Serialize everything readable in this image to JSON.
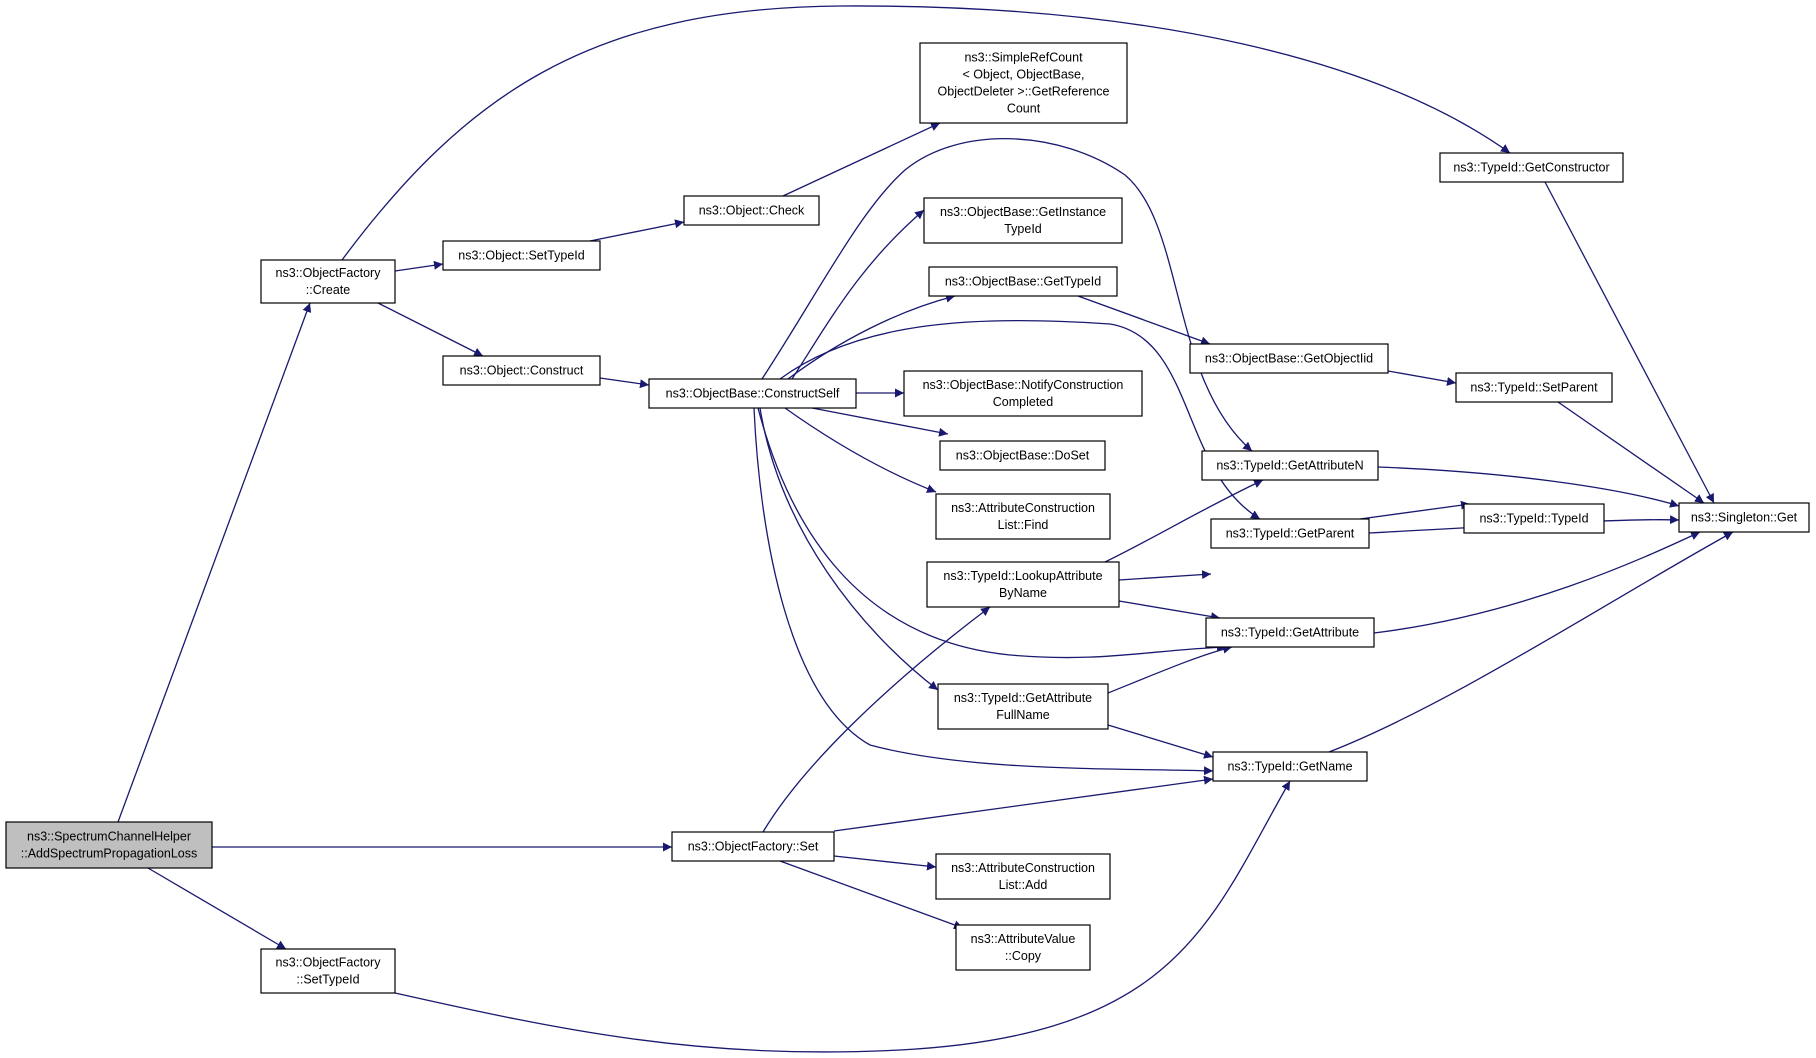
{
  "graph": {
    "edge_color": "#191970",
    "root_fill": "#bfbfbf",
    "nodes": [
      {
        "id": "n0",
        "lines": [
          "ns3::SpectrumChannelHelper",
          "::AddSpectrumPropagationLoss"
        ],
        "root": true
      },
      {
        "id": "n1",
        "lines": [
          "ns3::ObjectFactory",
          "::Create"
        ]
      },
      {
        "id": "n2",
        "lines": [
          "ns3::ObjectFactory::Set"
        ]
      },
      {
        "id": "n3",
        "lines": [
          "ns3::ObjectFactory",
          "::SetTypeId"
        ]
      },
      {
        "id": "n4",
        "lines": [
          "ns3::TypeId::GetConstructor"
        ]
      },
      {
        "id": "n5",
        "lines": [
          "ns3::Object::SetTypeId"
        ]
      },
      {
        "id": "n6",
        "lines": [
          "ns3::Object::Construct"
        ]
      },
      {
        "id": "n7",
        "lines": [
          "ns3::Object::Check"
        ]
      },
      {
        "id": "n8",
        "lines": [
          "ns3::SimpleRefCount",
          "< Object, ObjectBase,",
          "ObjectDeleter >::GetReference",
          "Count"
        ]
      },
      {
        "id": "n9",
        "lines": [
          "ns3::ObjectBase::ConstructSelf"
        ]
      },
      {
        "id": "n10",
        "lines": [
          "ns3::ObjectBase::GetInstance",
          "TypeId"
        ]
      },
      {
        "id": "n11",
        "lines": [
          "ns3::ObjectBase::GetTypeId"
        ]
      },
      {
        "id": "n12",
        "lines": [
          "ns3::ObjectBase::NotifyConstruction",
          "Completed"
        ]
      },
      {
        "id": "n13",
        "lines": [
          "ns3::ObjectBase::DoSet"
        ]
      },
      {
        "id": "n14",
        "lines": [
          "ns3::AttributeConstruction",
          "List::Find"
        ]
      },
      {
        "id": "n15",
        "lines": [
          "ns3::TypeId::LookupAttribute",
          "ByName"
        ]
      },
      {
        "id": "n16",
        "lines": [
          "ns3::TypeId::GetAttribute",
          "FullName"
        ]
      },
      {
        "id": "n17",
        "lines": [
          "ns3::AttributeConstruction",
          "List::Add"
        ]
      },
      {
        "id": "n18",
        "lines": [
          "ns3::AttributeValue",
          "::Copy"
        ]
      },
      {
        "id": "n19",
        "lines": [
          "ns3::ObjectBase::GetObjectIid"
        ]
      },
      {
        "id": "n20",
        "lines": [
          "ns3::TypeId::GetAttributeN"
        ]
      },
      {
        "id": "n21",
        "lines": [
          "ns3::TypeId::GetParent"
        ]
      },
      {
        "id": "n22",
        "lines": [
          "ns3::TypeId::GetAttribute"
        ]
      },
      {
        "id": "n23",
        "lines": [
          "ns3::TypeId::GetName"
        ]
      },
      {
        "id": "n24",
        "lines": [
          "ns3::TypeId::SetParent"
        ]
      },
      {
        "id": "n25",
        "lines": [
          "ns3::TypeId::TypeId"
        ]
      },
      {
        "id": "n26",
        "lines": [
          "ns3::Singleton::Get"
        ]
      }
    ],
    "edges": [
      [
        "n0",
        "n1"
      ],
      [
        "n0",
        "n2"
      ],
      [
        "n0",
        "n3"
      ],
      [
        "n1",
        "n4"
      ],
      [
        "n1",
        "n5"
      ],
      [
        "n1",
        "n6"
      ],
      [
        "n5",
        "n7"
      ],
      [
        "n7",
        "n8"
      ],
      [
        "n6",
        "n9"
      ],
      [
        "n9",
        "n10"
      ],
      [
        "n9",
        "n11"
      ],
      [
        "n9",
        "n12"
      ],
      [
        "n9",
        "n13"
      ],
      [
        "n9",
        "n14"
      ],
      [
        "n9",
        "n20"
      ],
      [
        "n9",
        "n21"
      ],
      [
        "n9",
        "n22"
      ],
      [
        "n9",
        "n16"
      ],
      [
        "n9",
        "n23"
      ],
      [
        "n11",
        "n19"
      ],
      [
        "n19",
        "n24"
      ],
      [
        "n24",
        "n26"
      ],
      [
        "n4",
        "n26"
      ],
      [
        "n20",
        "n26"
      ],
      [
        "n21",
        "n26"
      ],
      [
        "n22",
        "n26"
      ],
      [
        "n23",
        "n26"
      ],
      [
        "n21",
        "n25"
      ],
      [
        "n15",
        "n20"
      ],
      [
        "n15",
        "n21"
      ],
      [
        "n15",
        "n22"
      ],
      [
        "n16",
        "n22"
      ],
      [
        "n16",
        "n23"
      ],
      [
        "n2",
        "n15"
      ],
      [
        "n2",
        "n23"
      ],
      [
        "n2",
        "n17"
      ],
      [
        "n2",
        "n18"
      ],
      [
        "n3",
        "n23"
      ]
    ]
  }
}
